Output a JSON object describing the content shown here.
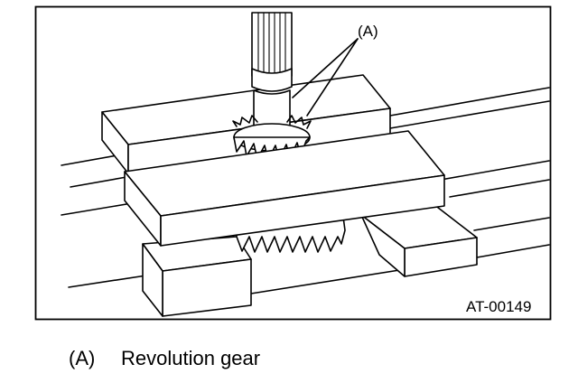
{
  "figure": {
    "callout_label": "(A)",
    "code": "AT-00149"
  },
  "legend": {
    "key": "(A)",
    "text": "Revolution gear"
  }
}
